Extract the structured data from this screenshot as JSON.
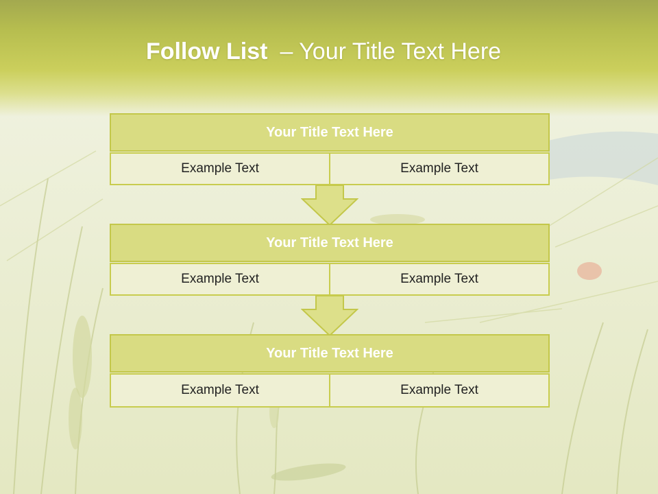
{
  "slide": {
    "title_bold": "Follow List",
    "title_rest": "– Your Title Text Here"
  },
  "steps": [
    {
      "title": "Your Title Text Here",
      "left": "Example Text",
      "right": "Example Text"
    },
    {
      "title": "Your Title Text Here",
      "left": "Example Text",
      "right": "Example Text"
    },
    {
      "title": "Your Title Text Here",
      "left": "Example Text",
      "right": "Example Text"
    }
  ],
  "colors": {
    "header_band": "#b6bd4f",
    "box_title_fill": "#d9dc82",
    "box_border": "#c3c74a",
    "cell_fill": "#eff0d4",
    "arrow_fill": "#dde08a"
  }
}
